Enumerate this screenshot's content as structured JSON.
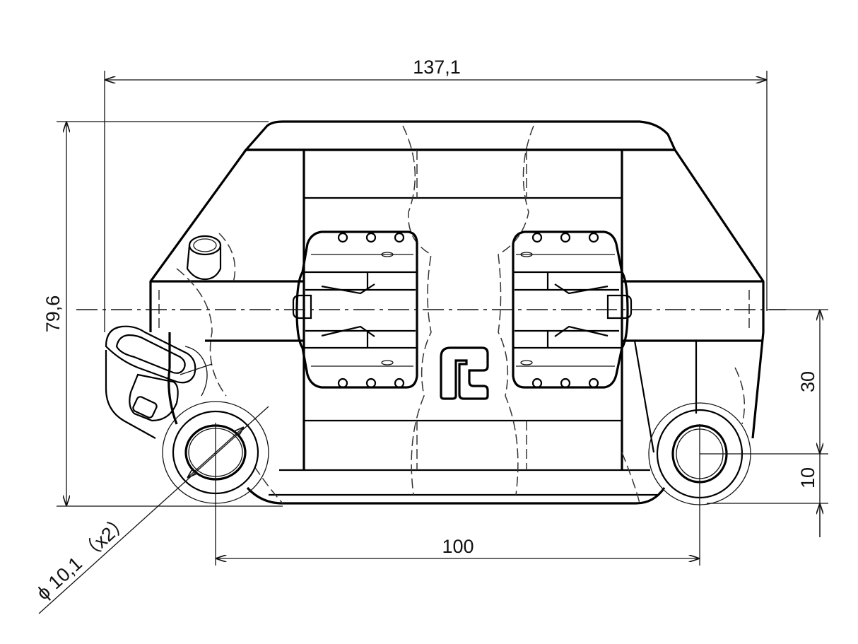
{
  "dimensions": {
    "overall_width": "137,1",
    "overall_height": "79,6",
    "hole_spacing": "100",
    "mount_height_upper": "30",
    "mount_height_lower": "10",
    "hole_diameter": "ϕ 10,1 （x2）"
  },
  "logo": {
    "name": "brand-logo-icon"
  }
}
